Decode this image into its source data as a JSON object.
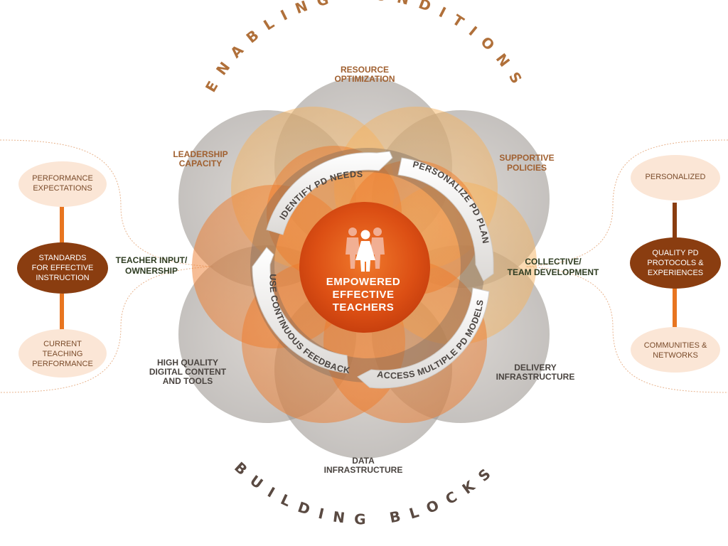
{
  "arc_titles": {
    "top": "ENABLING CONDITIONS",
    "bottom": "BUILDING BLOCKS"
  },
  "center": {
    "line1": "EMPOWERED",
    "line2": "EFFECTIVE",
    "line3": "TEACHERS"
  },
  "cycle": {
    "step1": "IDENTIFY PD NEEDS",
    "step2": "PERSONALIZE PD PLAN",
    "step3": "ACCESS MULTIPLE PD MODELS",
    "step4": "USE CONTINUOUS FEEDBACK"
  },
  "conditions": {
    "resource_1": "RESOURCE",
    "resource_2": "OPTIMIZATION",
    "leadership_1": "LEADERSHIP",
    "leadership_2": "CAPACITY",
    "policies_1": "SUPPORTIVE",
    "policies_2": "POLICIES"
  },
  "blocks": {
    "teacher_1": "TEACHER INPUT/",
    "teacher_2": "OWNERSHIP",
    "collective_1": "COLLECTIVE/",
    "collective_2": "TEAM DEVELOPMENT",
    "digital_1": "HIGH QUALITY",
    "digital_2": "DIGITAL CONTENT",
    "digital_3": "AND TOOLS",
    "delivery_1": "DELIVERY",
    "delivery_2": "INFRASTRUCTURE",
    "data_1": "DATA",
    "data_2": "INFRASTRUCTURE"
  },
  "left_panel": {
    "top_1": "PERFORMANCE",
    "top_2": "EXPECTATIONS",
    "middle_1": "STANDARDS",
    "middle_2": "FOR EFFECTIVE",
    "middle_3": "INSTRUCTION",
    "bottom_1": "CURRENT",
    "bottom_2": "TEACHING",
    "bottom_3": "PERFORMANCE"
  },
  "right_panel": {
    "top_1": "PERSONALIZED",
    "middle_1": "QUALITY  PD",
    "middle_2": "PROTOCOLS &",
    "middle_3": "EXPERIENCES",
    "bottom_1": "COMMUNITIES &",
    "bottom_2": "NETWORKS"
  },
  "colors": {
    "brown": "#8b4513",
    "dark_brown": "#8a3d10",
    "orange": "#e87520",
    "pale_orange": "#fbe6d6",
    "gray": "#a8a29e",
    "condition_text": "#a06030",
    "block_text": "#4a4440",
    "green_text": "#2f3d22"
  }
}
